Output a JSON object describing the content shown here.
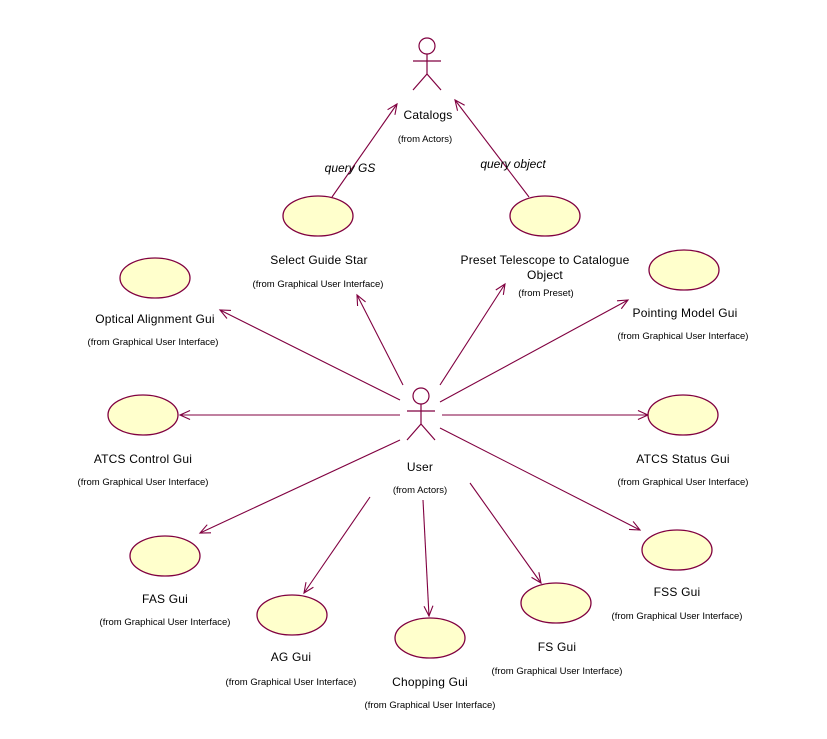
{
  "diagram": {
    "type": "UML use case diagram",
    "colors": {
      "line": "#800040",
      "usecase_fill": "#FFFFCC",
      "usecase_stroke": "#800040",
      "text": "#000000"
    },
    "actors": [
      {
        "id": "catalogs",
        "name": "Catalogs",
        "package": "(from Actors)"
      },
      {
        "id": "user",
        "name": "User",
        "package": "(from Actors)"
      }
    ],
    "use_cases": [
      {
        "id": "select-guide-star",
        "name": "Select Guide Star",
        "package": "(from Graphical User Interface)"
      },
      {
        "id": "preset-telescope",
        "name": "Preset Telescope to Catalogue",
        "name2": "Object",
        "package": "(from Preset)"
      },
      {
        "id": "optical-alignment-gui",
        "name": "Optical Alignment Gui",
        "package": "(from Graphical User Interface)"
      },
      {
        "id": "pointing-model-gui",
        "name": "Pointing Model Gui",
        "package": "(from Graphical User Interface)"
      },
      {
        "id": "atcs-control-gui",
        "name": "ATCS Control Gui",
        "package": "(from Graphical User Interface)"
      },
      {
        "id": "atcs-status-gui",
        "name": "ATCS Status Gui",
        "package": "(from Graphical User Interface)"
      },
      {
        "id": "fas-gui",
        "name": "FAS Gui",
        "package": "(from Graphical User Interface)"
      },
      {
        "id": "ag-gui",
        "name": "AG Gui",
        "package": "(from Graphical User Interface)"
      },
      {
        "id": "chopping-gui",
        "name": "Chopping Gui",
        "package": "(from Graphical User Interface)"
      },
      {
        "id": "fs-gui",
        "name": "FS Gui",
        "package": "(from Graphical User Interface)"
      },
      {
        "id": "fss-gui",
        "name": "FSS Gui",
        "package": "(from Graphical User Interface)"
      }
    ],
    "associations": [
      {
        "from": "select-guide-star",
        "to": "catalogs",
        "label": "query GS"
      },
      {
        "from": "preset-telescope",
        "to": "catalogs",
        "label": "query object"
      },
      {
        "from": "user",
        "to": "select-guide-star",
        "label": ""
      },
      {
        "from": "user",
        "to": "preset-telescope",
        "label": ""
      },
      {
        "from": "user",
        "to": "optical-alignment-gui",
        "label": ""
      },
      {
        "from": "user",
        "to": "pointing-model-gui",
        "label": ""
      },
      {
        "from": "user",
        "to": "atcs-control-gui",
        "label": ""
      },
      {
        "from": "user",
        "to": "atcs-status-gui",
        "label": ""
      },
      {
        "from": "user",
        "to": "fas-gui",
        "label": ""
      },
      {
        "from": "user",
        "to": "ag-gui",
        "label": ""
      },
      {
        "from": "user",
        "to": "chopping-gui",
        "label": ""
      },
      {
        "from": "user",
        "to": "fs-gui",
        "label": ""
      },
      {
        "from": "user",
        "to": "fss-gui",
        "label": ""
      }
    ]
  }
}
